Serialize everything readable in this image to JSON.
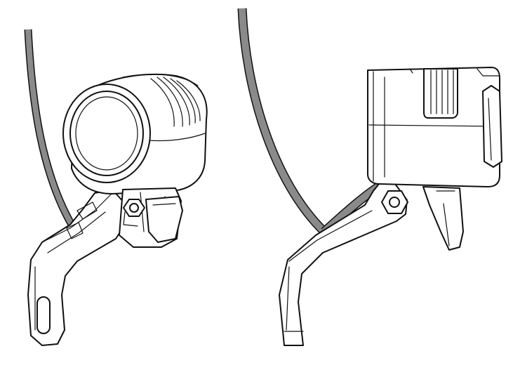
{
  "figure": {
    "background": "#ffffff",
    "line_color": "#111111",
    "cable_color": "#8a8a8a",
    "views": [
      {
        "name": "front-three-quarter-view",
        "parts": [
          "cable",
          "lamp-housing",
          "lens",
          "cooling-fins",
          "mounting-bracket",
          "hex-bolt",
          "tab"
        ]
      },
      {
        "name": "side-view",
        "parts": [
          "cable",
          "lamp-housing",
          "cooling-fins",
          "mounting-bracket",
          "hex-bolt",
          "tab"
        ]
      }
    ]
  }
}
